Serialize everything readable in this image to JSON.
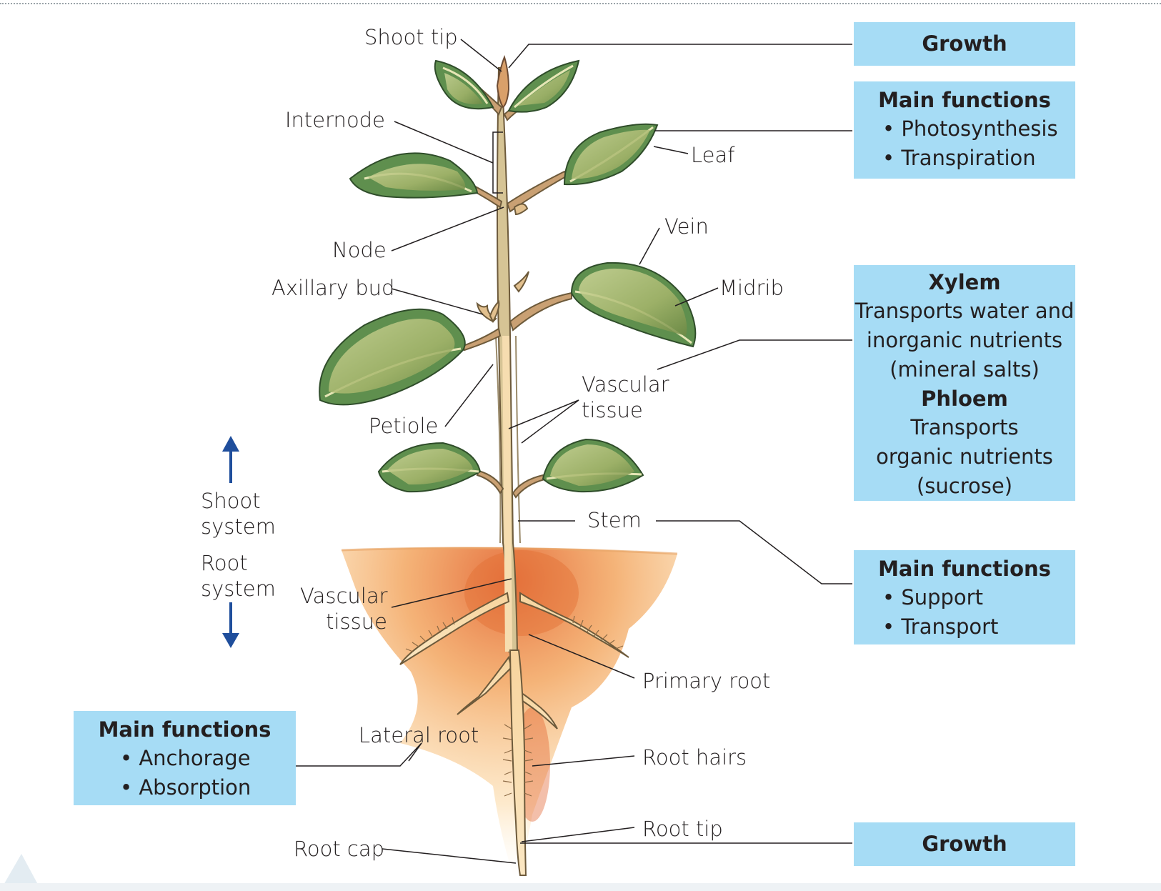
{
  "labels": {
    "shoot_tip": "Shoot tip",
    "internode": "Internode",
    "leaf": "Leaf",
    "node": "Node",
    "vein": "Vein",
    "axillary_bud": "Axillary bud",
    "midrib": "Midrib",
    "vascular_tissue_shoot": [
      "Vascular",
      "tissue"
    ],
    "petiole": "Petiole",
    "stem": "Stem",
    "shoot_system": [
      "Shoot",
      "system"
    ],
    "root_system": [
      "Root",
      "system"
    ],
    "vascular_tissue_root": [
      "Vascular",
      "tissue"
    ],
    "primary_root": "Primary root",
    "lateral_root": "Lateral root",
    "root_hairs": "Root hairs",
    "root_tip": "Root tip",
    "root_cap": "Root cap"
  },
  "boxes": {
    "growth_top": {
      "title": "Growth"
    },
    "leaf_functions": {
      "title": "Main functions",
      "items": [
        "Photosynthesis",
        "Transpiration"
      ]
    },
    "vascular": {
      "xylem_title": "Xylem",
      "xylem_text": [
        "Transports water and",
        "inorganic nutrients",
        "(mineral salts)"
      ],
      "phloem_title": "Phloem",
      "phloem_text": [
        "Transports",
        "organic nutrients",
        "(sucrose)"
      ]
    },
    "stem_functions": {
      "title": "Main functions",
      "items": [
        "Support",
        "Transport"
      ]
    },
    "root_functions": {
      "title": "Main functions",
      "items": [
        "Anchorage",
        "Absorption"
      ]
    },
    "growth_bottom": {
      "title": "Growth"
    }
  },
  "colors": {
    "box_fill": "#a6dcf5",
    "leaf_fill": "#5f8f4e",
    "leaf_light": "#b9c982",
    "stem": "#c7b58b",
    "soil": "#e9803c",
    "arrow": "#1f4e9c"
  }
}
